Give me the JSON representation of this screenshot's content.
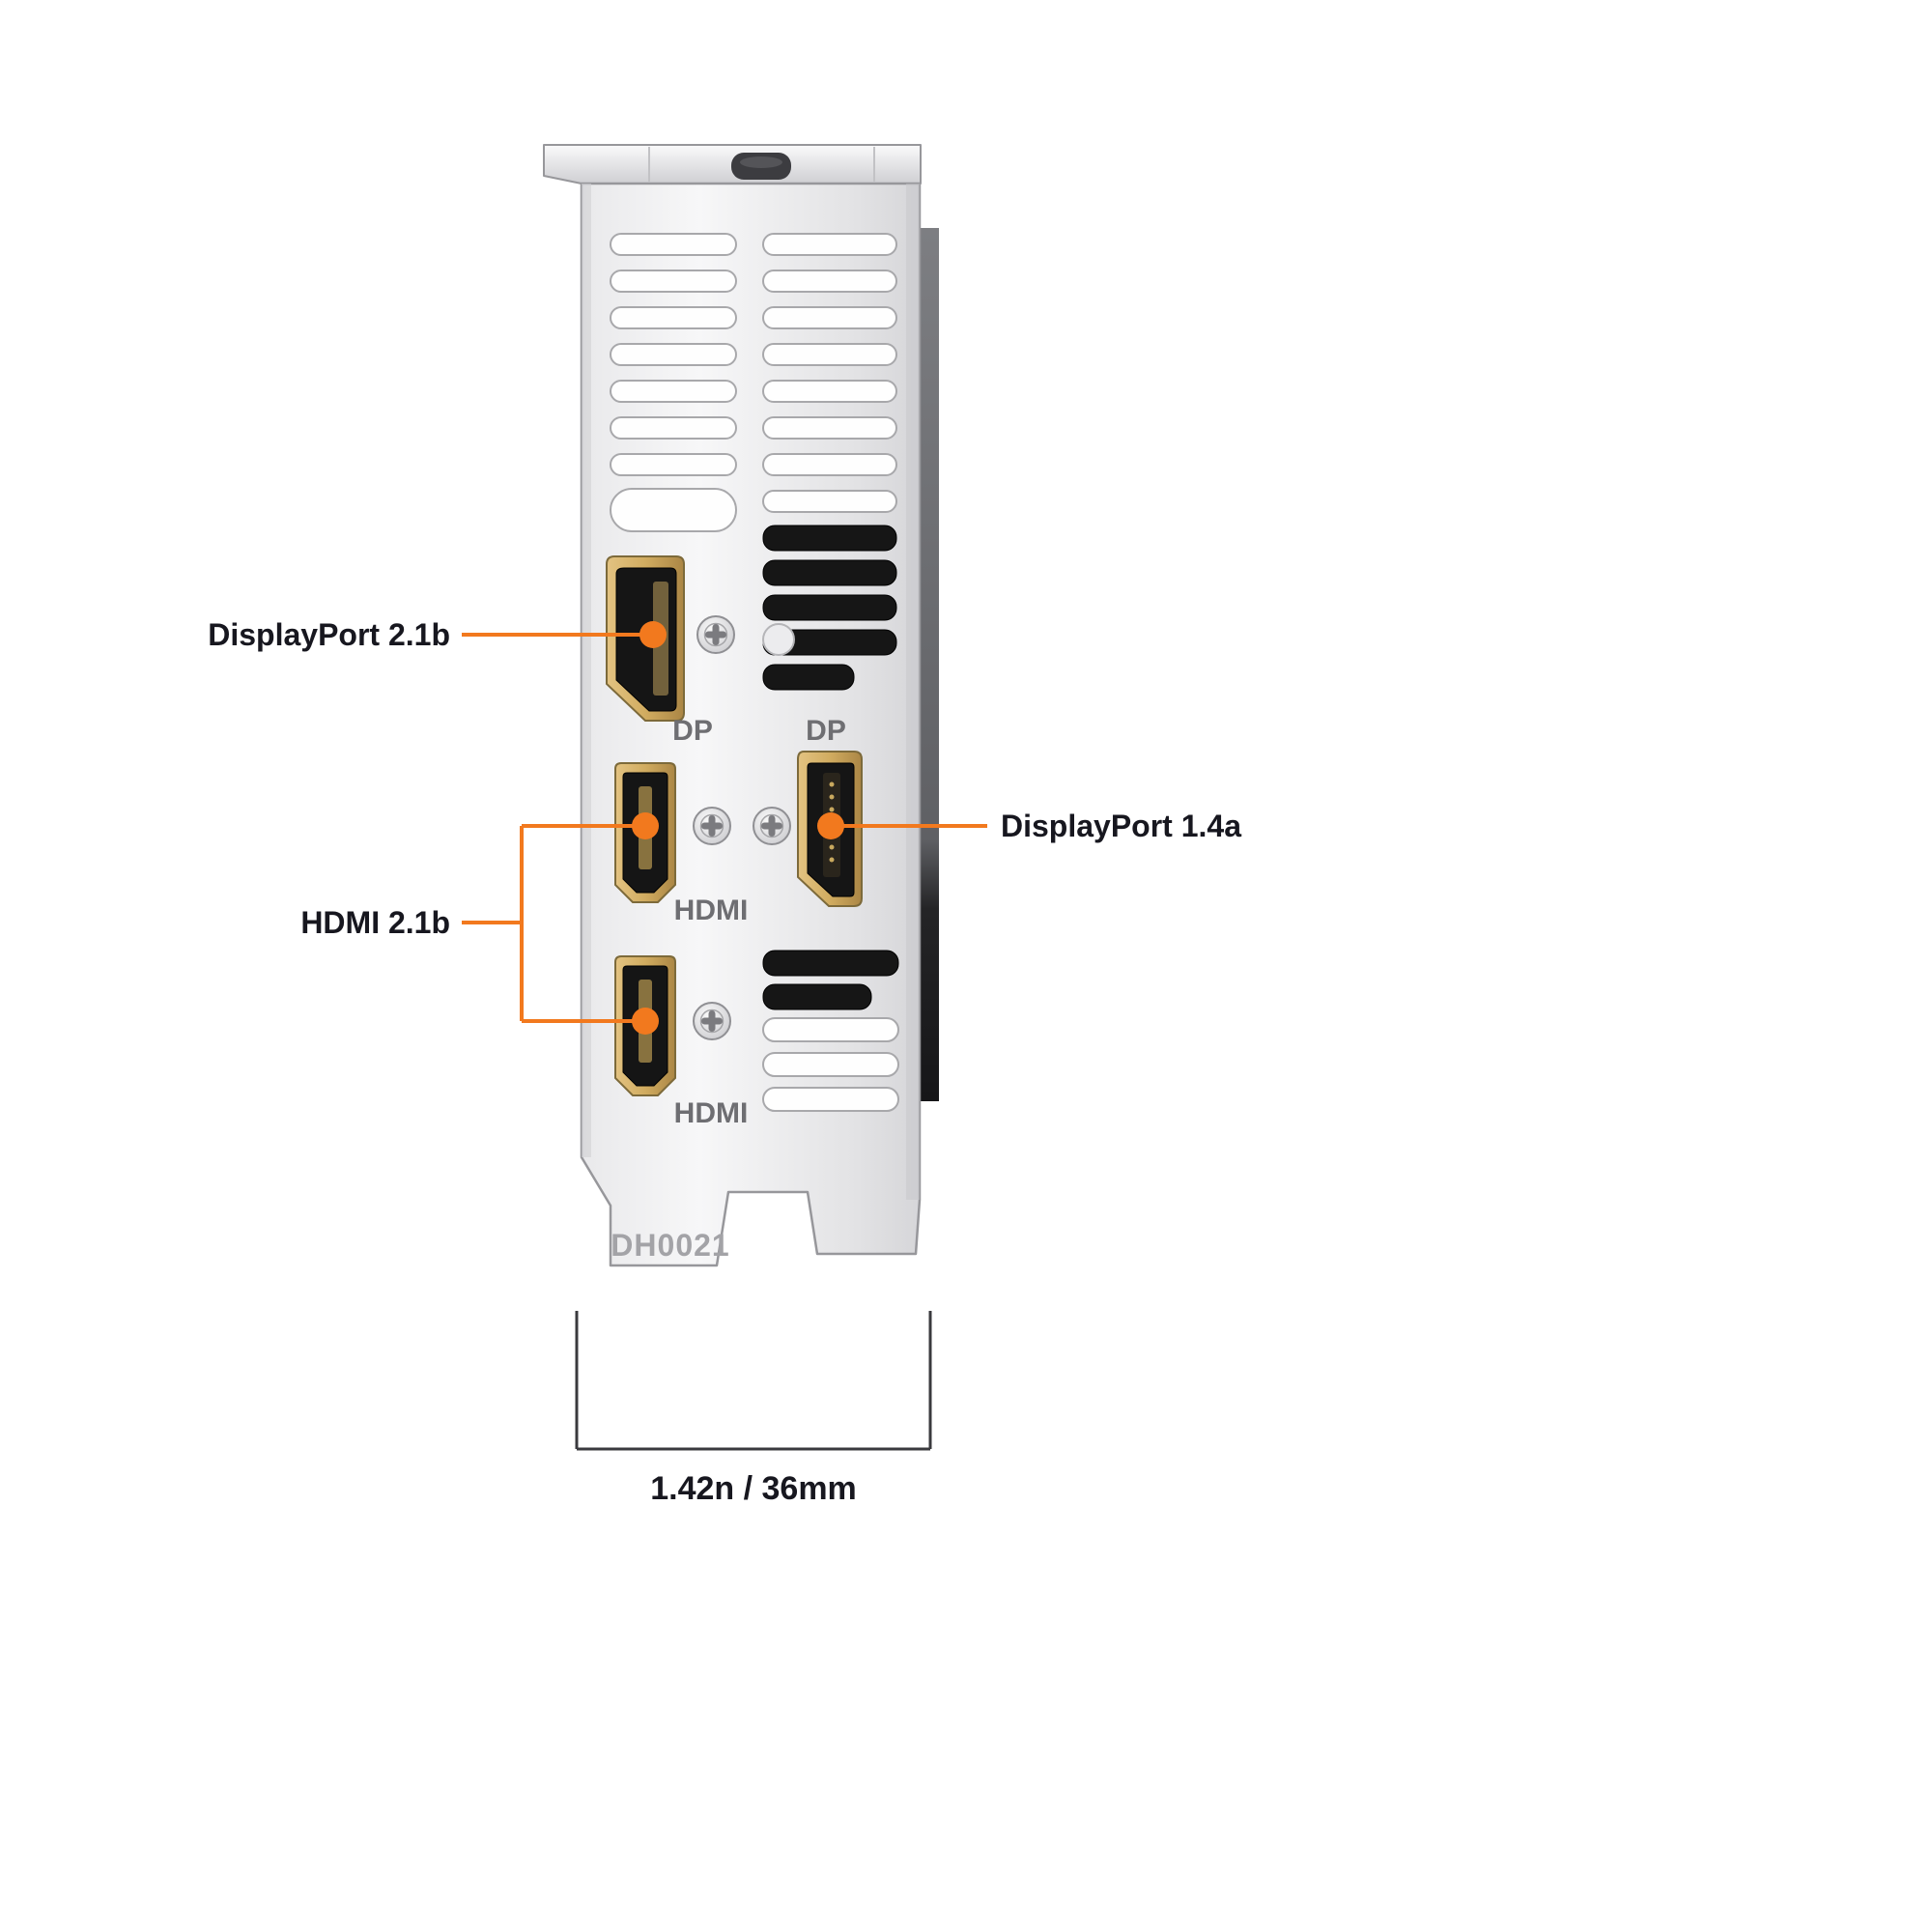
{
  "colors": {
    "accent": "#F2791E",
    "label_text": "#17171F",
    "port_label_text": "#6E6E72",
    "bracket_code_text": "#A3A3A7"
  },
  "callouts": {
    "dp_21b": {
      "label": "DisplayPort 2.1b"
    },
    "hdmi_21b": {
      "label": "HDMI 2.1b"
    },
    "dp_14a": {
      "label": "DisplayPort 1.4a"
    }
  },
  "ports": {
    "dp_top_label": "DP",
    "dp_right_label": "DP",
    "hdmi_top_label": "HDMI",
    "hdmi_bottom_label": "HDMI"
  },
  "bracket": {
    "code": "DH0021"
  },
  "dimension": {
    "label": "1.42n / 36mm"
  }
}
